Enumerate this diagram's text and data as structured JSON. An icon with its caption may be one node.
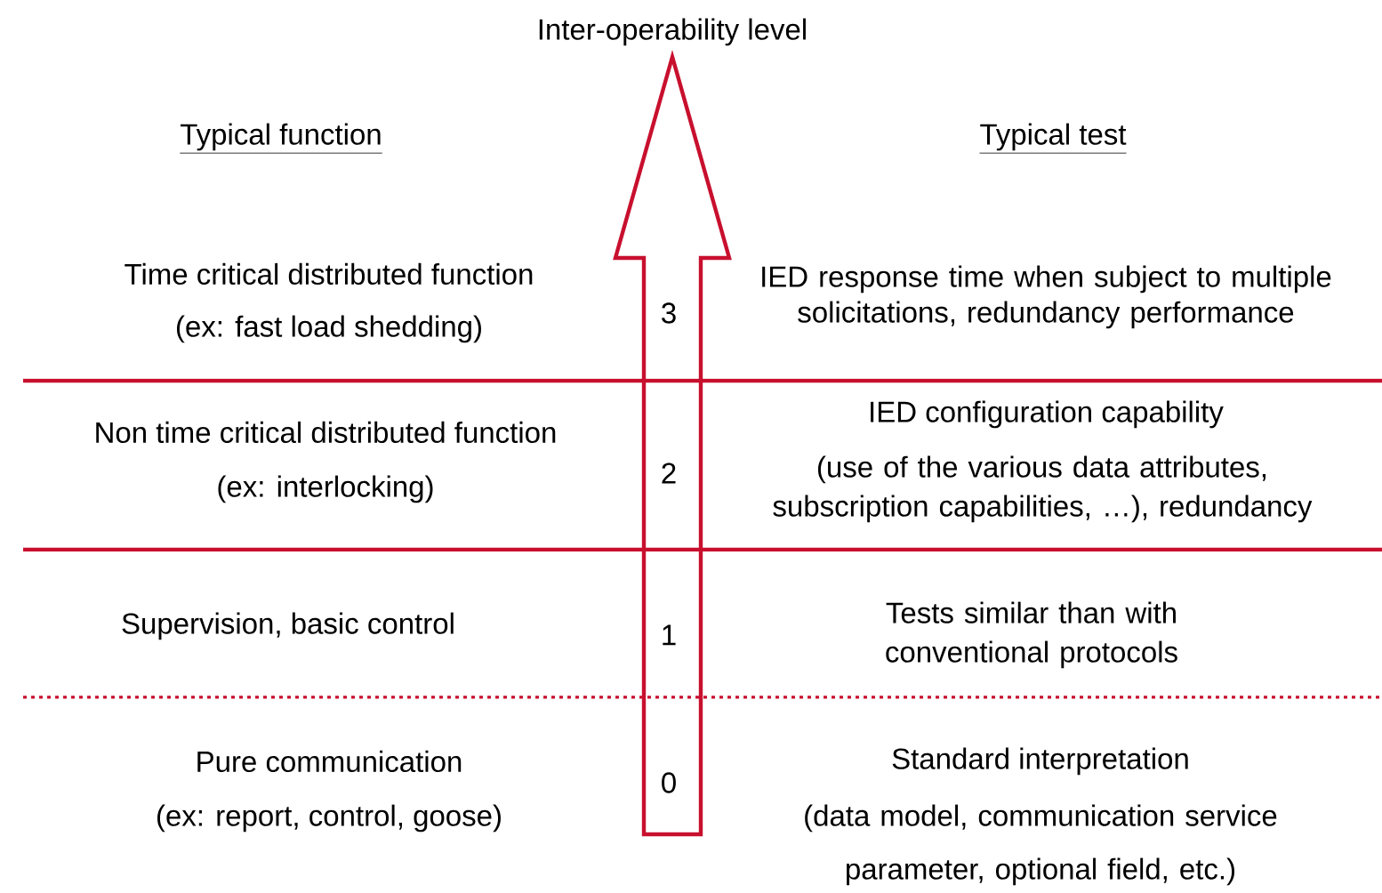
{
  "diagram": {
    "labels": [
      "Inter-operability level",
      "Typical function",
      "Typical test",
      "Time critical distributed function",
      "(ex: fast load shedding)",
      "3",
      "IED response time when subject to multiple solicitations, redundancy performance",
      "Non time critical distributed function",
      "(ex: interlocking)",
      "2",
      "IED configuration capability",
      "(use of the various data attributes, subscription capabilities, …), redundancy",
      "Supervision, basic control",
      "1",
      "Tests similar than with conventional protocols",
      "Pure communication",
      "(ex: report, control, goose)",
      "0",
      "Standard interpretation",
      "(data model, communication service parameter, optional field, etc.)"
    ]
  }
}
